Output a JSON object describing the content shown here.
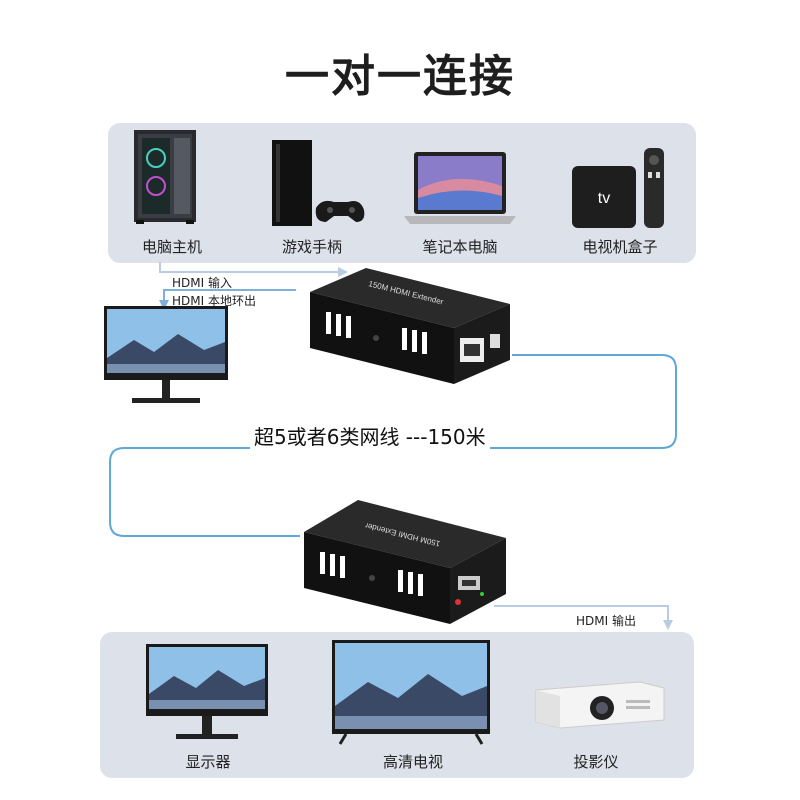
{
  "title": "一对一连接",
  "sources": [
    {
      "label": "电脑主机",
      "icon": "pc-tower-icon"
    },
    {
      "label": "游戏手柄",
      "icon": "game-console-icon"
    },
    {
      "label": "笔记本电脑",
      "icon": "laptop-icon"
    },
    {
      "label": "电视机盒子",
      "icon": "tv-box-icon"
    }
  ],
  "tv_box_text": "tv",
  "hdmi_input": "HDMI 输入",
  "hdmi_loop_out": "HDMI 本地环出",
  "extender_label": "150M HDMI Extender",
  "cable_label": "超5或者6类网线 ---150米",
  "hdmi_output": "HDMI 输出",
  "outputs": [
    {
      "label": "显示器",
      "icon": "monitor-icon"
    },
    {
      "label": "高清电视",
      "icon": "hdtv-icon"
    },
    {
      "label": "投影仪",
      "icon": "projector-icon"
    }
  ],
  "colors": {
    "panel": "#dde1ea",
    "cable": "#5fa8d8",
    "arrow": "#b8cde4",
    "device_body": "#1b1b1b"
  }
}
